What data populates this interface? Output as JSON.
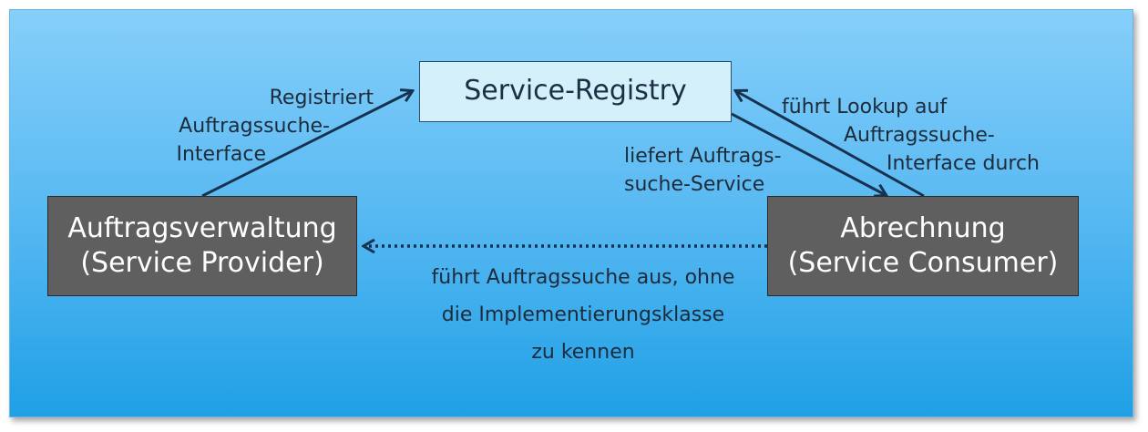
{
  "nodes": {
    "registry": "Service-Registry",
    "provider": [
      "Auftragsverwaltung",
      "(Service Provider)"
    ],
    "consumer": [
      "Abrechnung",
      "(Service Consumer)"
    ]
  },
  "edge_labels": {
    "register": [
      "Registriert",
      "Auftragssuche-",
      "Interface"
    ],
    "deliver": [
      "liefert Auftrags-",
      "suche-Service"
    ],
    "lookup": [
      "führt Lookup auf",
      "Auftragssuche-",
      "Interface durch"
    ],
    "search": [
      "führt Auftragssuche aus, ohne",
      "die Implementierungsklasse",
      "zu kennen"
    ]
  },
  "colors": {
    "background_top": "#86cffa",
    "background_bottom": "#1fa0e6",
    "registry_fill": "#d4f0fb",
    "component_fill": "#5f5f5f",
    "arrow": "#16324f"
  }
}
